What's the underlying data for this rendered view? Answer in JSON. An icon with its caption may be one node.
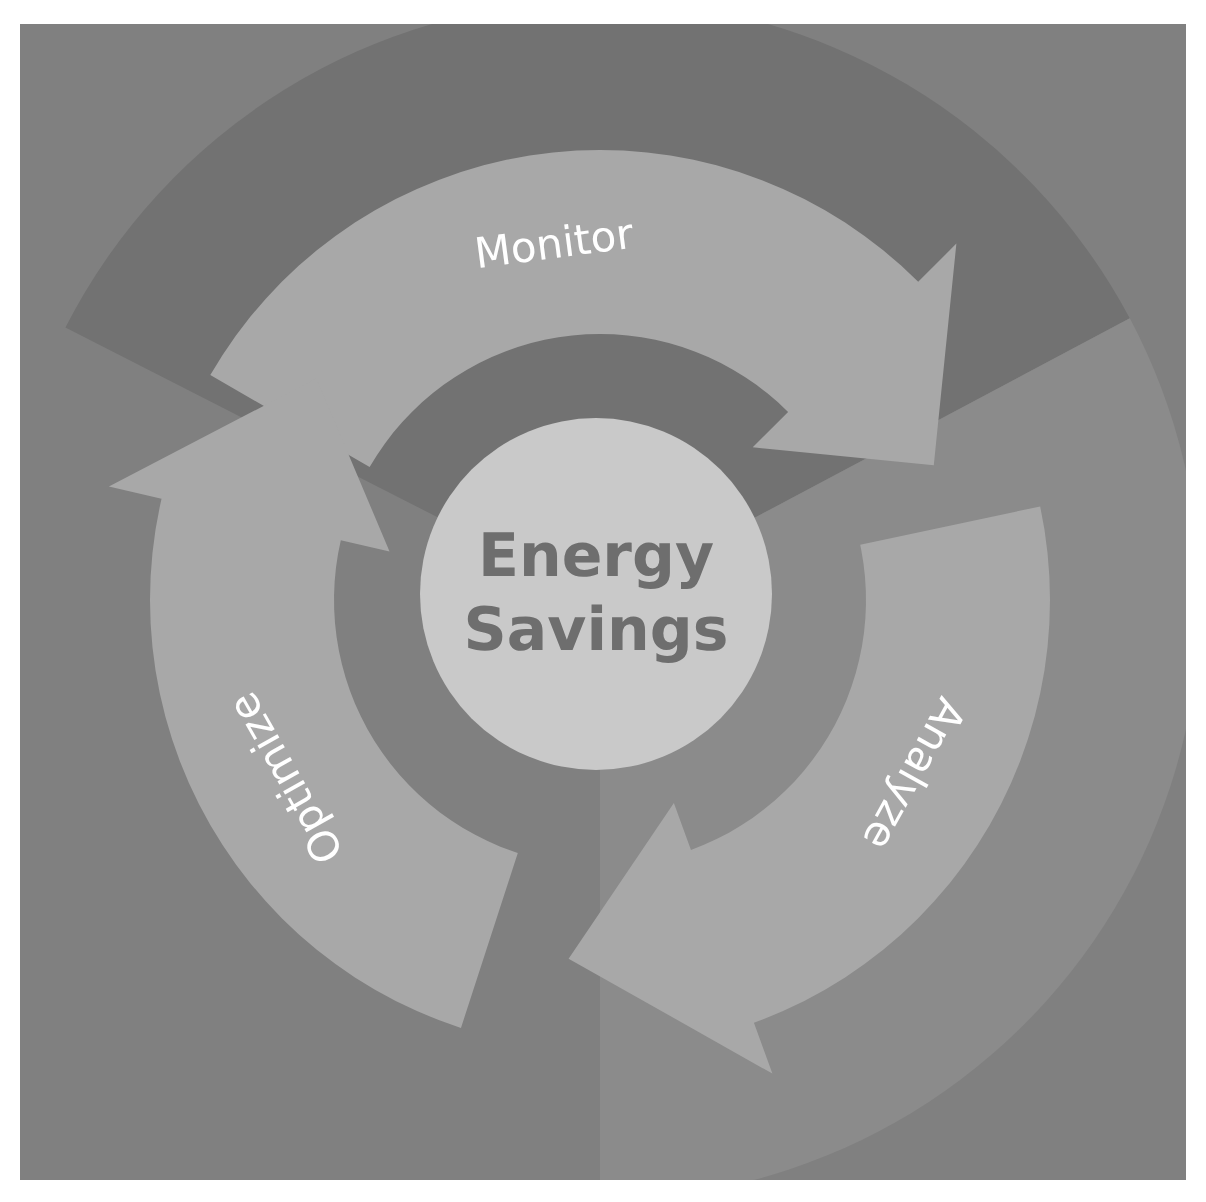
{
  "diagram": {
    "nodes": [
      {
        "text": [
          "Energy Savings"
        ]
      },
      {
        "text": [
          "Monitor"
        ]
      },
      {
        "text": [
          "Analyze"
        ]
      },
      {
        "text": [
          "Optimize"
        ]
      }
    ]
  }
}
